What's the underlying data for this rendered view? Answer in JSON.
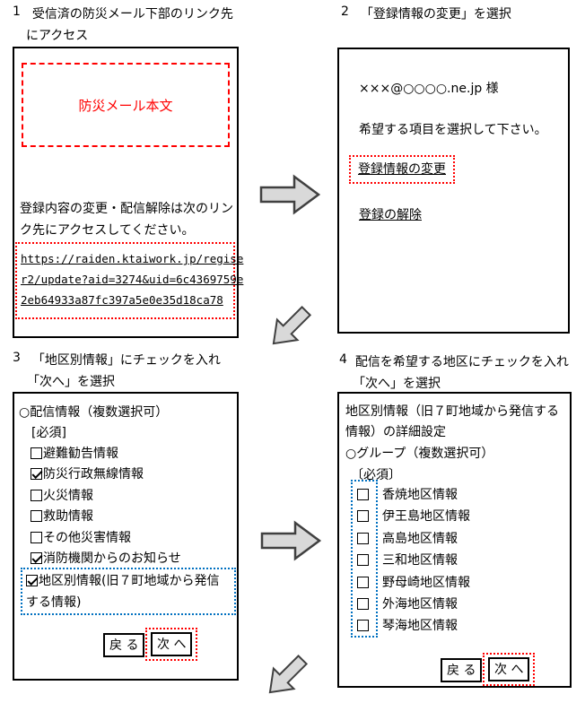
{
  "colors": {
    "red": "#ff0000",
    "blue": "#0070c0",
    "arrow_fill": "#d9d9d9",
    "arrow_stroke": "#404040"
  },
  "step1": {
    "number": "1",
    "title1": "受信済の防災メール下部のリンク先",
    "title2": "にアクセス",
    "mail_body_label": "防災メール本文",
    "instruction1": "登録内容の変更・配信解除は次のリン",
    "instruction2": "ク先にアクセスしてください。",
    "link_line1": "https://raiden.ktaiwork.jp/regise",
    "link_line2": "r2/update?aid=3274&uid=6c4369759e",
    "link_line3": "2eb64933a87fc397a5e0e35d18ca78"
  },
  "step2": {
    "number": "2",
    "title1": "「登録情報の変更」を選択",
    "recipient": "×××@○○○○.ne.jp 様",
    "prompt": "希望する項目を選択して下さい。",
    "link_change": "登録情報の変更",
    "link_unsubscribe": "登録の解除"
  },
  "step3": {
    "number": "3",
    "title1": "「地区別情報」にチェックを入れ",
    "title2": "「次へ」を選択",
    "section": "○配信情報（複数選択可）",
    "required": "[必須]",
    "items": [
      {
        "label": "避難勧告情報",
        "checked": false
      },
      {
        "label": "防災行政無線情報",
        "checked": true
      },
      {
        "label": "火災情報",
        "checked": false
      },
      {
        "label": "救助情報",
        "checked": false
      },
      {
        "label": "その他災害情報",
        "checked": false
      },
      {
        "label": "消防機関からのお知らせ",
        "checked": true
      },
      {
        "label": "地区別情報(旧７町地域から発信する情報)",
        "checked": true
      }
    ],
    "back_label": "戻 る",
    "next_label": "次 へ"
  },
  "step4": {
    "number": "4",
    "title1": "配信を希望する地区にチェックを入れ",
    "title2": "「次へ」を選択",
    "desc1": "地区別情報（旧７町地域から発信する",
    "desc2": "情報）の詳細設定",
    "section": "○グループ（複数選択可）",
    "required": "〔必須〕",
    "items": [
      {
        "label": "香焼地区情報",
        "checked": false
      },
      {
        "label": "伊王島地区情報",
        "checked": false
      },
      {
        "label": "高島地区情報",
        "checked": false
      },
      {
        "label": "三和地区情報",
        "checked": false
      },
      {
        "label": "野母崎地区情報",
        "checked": false
      },
      {
        "label": "外海地区情報",
        "checked": false
      },
      {
        "label": "琴海地区情報",
        "checked": false
      }
    ],
    "back_label": "戻 る",
    "next_label": "次 へ"
  }
}
